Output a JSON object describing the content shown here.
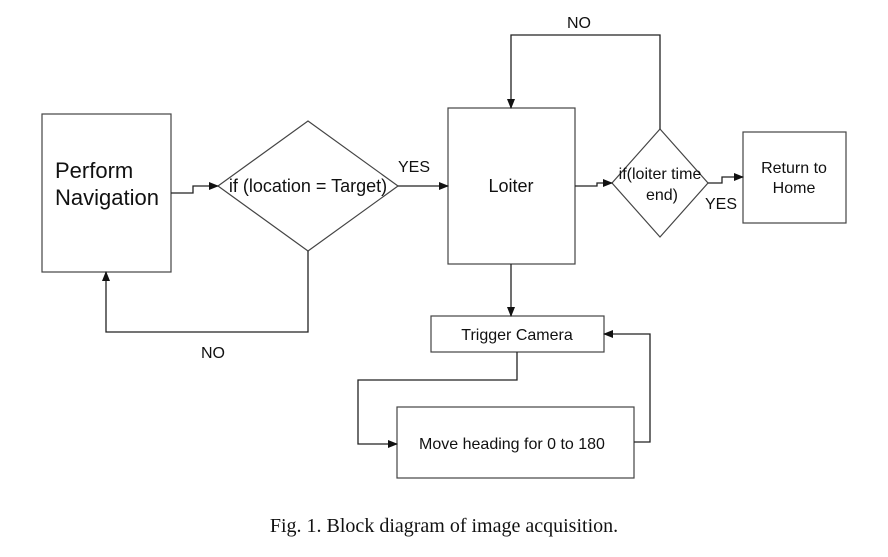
{
  "nodes": {
    "perform_navigation": {
      "line1": "Perform",
      "line2": "Navigation"
    },
    "if_location": {
      "label": "if (location = Target)"
    },
    "loiter": {
      "label": "Loiter"
    },
    "if_loiter_time": {
      "line1": "if(loiter time",
      "line2": "end)"
    },
    "return_home": {
      "line1": "Return to",
      "line2": "Home"
    },
    "trigger_camera": {
      "label": "Trigger Camera"
    },
    "move_heading": {
      "label": "Move heading for 0 to 180"
    }
  },
  "edges": {
    "location_yes": "YES",
    "location_no": "NO",
    "loiter_time_no": "NO",
    "loiter_time_yes": "YES"
  },
  "caption": "Fig. 1.  Block diagram of image acquisition."
}
